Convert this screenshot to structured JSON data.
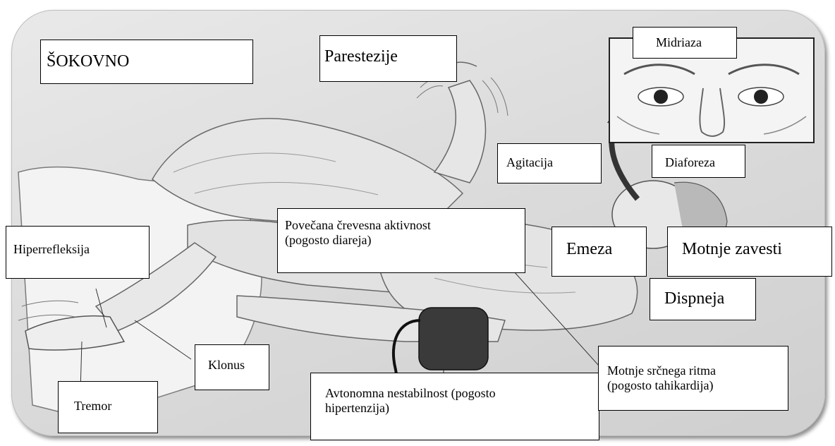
{
  "labels": {
    "sokovno": "ŠOKOVNO",
    "parestezije": "Parestezije",
    "midriaza": "Midriaza",
    "agitacija": "Agitacija",
    "diaforeza": "Diaforeza",
    "crevesna": "Povečana črevesna aktivnost\n(pogosto diareja)",
    "hiperrefleksija": "Hiperrefleksija",
    "emeza": "Emeza",
    "motnje_zavesti": "Motnje zavesti",
    "dispneja": "Dispneja",
    "klonus": "Klonus",
    "tremor": "Tremor",
    "avtonomna": "Avtonomna nestabilnost (pogosto\nhipertenzija)",
    "srcni_ritem": "Motnje srčnega ritma\n(pogosto tahikardija)"
  },
  "icons": {
    "patient": "patient-lying-illustration",
    "eyes": "dilated-pupils-illustration",
    "arrow": "curved-arrow-icon",
    "cuff": "blood-pressure-cuff-icon"
  }
}
